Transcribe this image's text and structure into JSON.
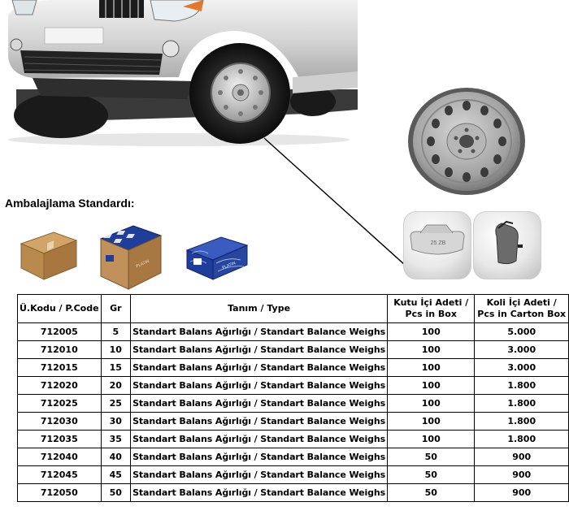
{
  "packaging": {
    "title": "Ambalajlama Standardı:",
    "box2_brand": "PLATIN",
    "box3_brand": "PLATIN"
  },
  "weights": {
    "weight1_stamp": "25 ZB"
  },
  "colors": {
    "cardboard": "#b98a4e",
    "brand_blue": "#1f3d9a",
    "wheel_silver": "#9a9a9a"
  },
  "table": {
    "headers": [
      {
        "lines": [
          "Ü.Kodu / P.Code"
        ]
      },
      {
        "lines": [
          "Gr"
        ]
      },
      {
        "lines": [
          "Tanım / Type"
        ]
      },
      {
        "lines": [
          "Kutu İçi Adeti  /",
          "Pcs in Box"
        ]
      },
      {
        "lines": [
          "Koli İçi Adeti  /",
          "Pcs in Carton Box"
        ]
      }
    ],
    "rows": [
      [
        "712005",
        "5",
        "Standart Balans Ağırlığı / Standart Balance Weighs",
        "100",
        "5.000"
      ],
      [
        "712010",
        "10",
        "Standart Balans Ağırlığı / Standart Balance Weighs",
        "100",
        "3.000"
      ],
      [
        "712015",
        "15",
        "Standart Balans Ağırlığı / Standart Balance Weighs",
        "100",
        "3.000"
      ],
      [
        "712020",
        "20",
        "Standart Balans Ağırlığı / Standart Balance Weighs",
        "100",
        "1.800"
      ],
      [
        "712025",
        "25",
        "Standart Balans Ağırlığı / Standart Balance Weighs",
        "100",
        "1.800"
      ],
      [
        "712030",
        "30",
        "Standart Balans Ağırlığı / Standart Balance Weighs",
        "100",
        "1.800"
      ],
      [
        "712035",
        "35",
        "Standart Balans Ağırlığı / Standart Balance Weighs",
        "100",
        "1.800"
      ],
      [
        "712040",
        "40",
        "Standart Balans Ağırlığı / Standart Balance Weighs",
        "50",
        "900"
      ],
      [
        "712045",
        "45",
        "Standart Balans Ağırlığı / Standart Balance Weighs",
        "50",
        "900"
      ],
      [
        "712050",
        "50",
        "Standart Balans Ağırlığı / Standart Balance Weighs",
        "50",
        "900"
      ]
    ]
  }
}
